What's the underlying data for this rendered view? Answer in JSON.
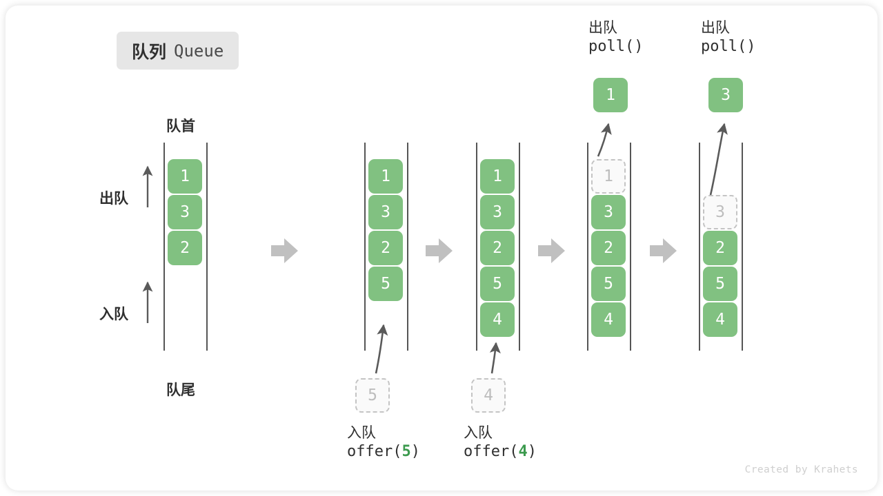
{
  "title": {
    "cn": "队列",
    "en": "Queue"
  },
  "labels": {
    "front": "队首",
    "rear": "队尾",
    "dequeue": "出队",
    "enqueue": "入队"
  },
  "watermark": "Created by Krahets",
  "colors": {
    "element": "#81c181",
    "ghost_border": "#c4c4c4",
    "ghost_text": "#bdbdbd",
    "rail": "#555555",
    "arrow": "#c0c0c0",
    "text": "#2f2f2f",
    "accent_number": "#3c9a4e",
    "badge_bg": "#e6e6e6"
  },
  "stages": [
    {
      "name": "initial",
      "cells": [
        {
          "value": "1",
          "state": "filled"
        },
        {
          "value": "3",
          "state": "filled"
        },
        {
          "value": "2",
          "state": "filled"
        }
      ],
      "incoming": null,
      "outgoing": null,
      "caption_cn": "",
      "caption_code": ""
    },
    {
      "name": "after-offer-5",
      "cells": [
        {
          "value": "1",
          "state": "filled"
        },
        {
          "value": "3",
          "state": "filled"
        },
        {
          "value": "2",
          "state": "filled"
        },
        {
          "value": "5",
          "state": "filled"
        }
      ],
      "incoming": {
        "value": "5"
      },
      "outgoing": null,
      "caption_cn": "入队",
      "caption_code": "offer(5)",
      "caption_code_prefix": "offer(",
      "caption_code_num": "5",
      "caption_code_suffix": ")"
    },
    {
      "name": "after-offer-4",
      "cells": [
        {
          "value": "1",
          "state": "filled"
        },
        {
          "value": "3",
          "state": "filled"
        },
        {
          "value": "2",
          "state": "filled"
        },
        {
          "value": "5",
          "state": "filled"
        },
        {
          "value": "4",
          "state": "filled"
        }
      ],
      "incoming": {
        "value": "4"
      },
      "outgoing": null,
      "caption_cn": "入队",
      "caption_code": "offer(4)",
      "caption_code_prefix": "offer(",
      "caption_code_num": "4",
      "caption_code_suffix": ")"
    },
    {
      "name": "after-poll-1",
      "cells": [
        {
          "value": "1",
          "state": "ghost"
        },
        {
          "value": "3",
          "state": "filled"
        },
        {
          "value": "2",
          "state": "filled"
        },
        {
          "value": "5",
          "state": "filled"
        },
        {
          "value": "4",
          "state": "filled"
        }
      ],
      "incoming": null,
      "outgoing": {
        "value": "1"
      },
      "caption_cn": "出队",
      "caption_code": "poll()"
    },
    {
      "name": "after-poll-3",
      "cells": [
        {
          "value": "",
          "state": "empty"
        },
        {
          "value": "3",
          "state": "ghost"
        },
        {
          "value": "2",
          "state": "filled"
        },
        {
          "value": "5",
          "state": "filled"
        },
        {
          "value": "4",
          "state": "filled"
        }
      ],
      "incoming": null,
      "outgoing": {
        "value": "3"
      },
      "caption_cn": "出队",
      "caption_code": "poll()"
    }
  ],
  "transition_arrows": 4
}
